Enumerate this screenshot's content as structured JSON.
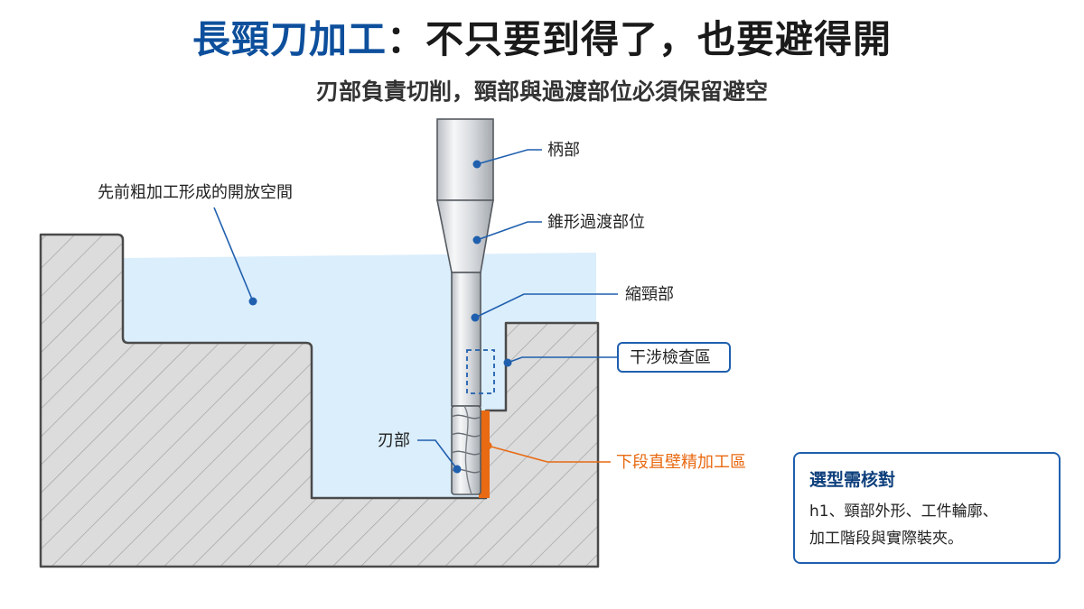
{
  "header": {
    "title_accent": "長頸刀加工",
    "title_rest": "：不只要到得了，也要避得開",
    "subtitle": "刃部負責切削，頸部與過渡部位必須保留避空"
  },
  "labels": {
    "open_space": "先前粗加工形成的開放空間",
    "shank": "柄部",
    "taper": "錐形過渡部位",
    "neck": "縮頸部",
    "interference": "干涉檢查區",
    "cutting_edge": "刃部",
    "finish_zone": "下段直壁精加工區"
  },
  "note": {
    "title": "選型需核對",
    "line1": "h1、頸部外形、工件輪廓、",
    "line2": "加工階段與實際裝夾。"
  },
  "colors": {
    "accent_blue": "#0d4f9c",
    "callout_blue": "#1f5fae",
    "orange": "#e86a12",
    "open_space_fill": "#dbeefc",
    "workpiece_fill": "#dcdcdc"
  }
}
